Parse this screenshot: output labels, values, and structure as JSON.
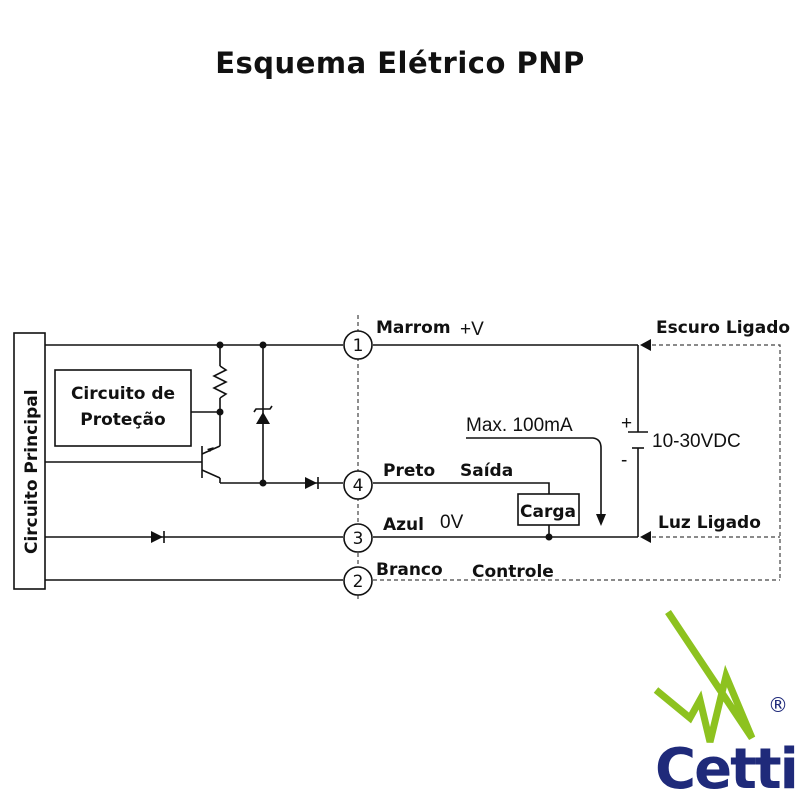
{
  "title": "Esquema Elétrico PNP",
  "main_circuit": "Circuito Principal",
  "protection": [
    "Circuito de",
    "Proteção"
  ],
  "wires": [
    {
      "num": "1",
      "color": "Marrom",
      "signal": "+V"
    },
    {
      "num": "4",
      "color": "Preto",
      "signal": "Saída"
    },
    {
      "num": "3",
      "color": "Azul",
      "signal": "0V"
    },
    {
      "num": "2",
      "color": "Branco",
      "signal": "Controle"
    }
  ],
  "load": "Carga",
  "max_current": "Max. 100mA",
  "supply": {
    "voltage": "10-30VDC",
    "plus": "+",
    "minus": "-"
  },
  "modes": {
    "dark_on": "Escuro Ligado",
    "light_on": "Luz Ligado"
  },
  "brand": {
    "name": "Cetti",
    "registered": "®",
    "text_color": "#1f2a7a",
    "swoosh_color": "#8dc21f"
  }
}
